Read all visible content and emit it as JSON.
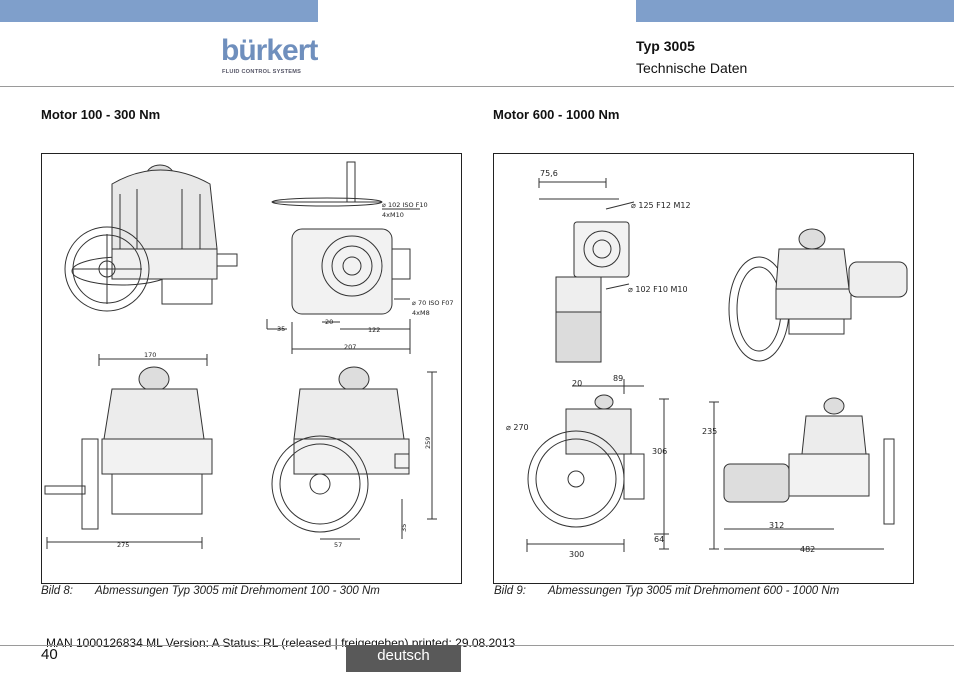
{
  "header": {
    "brand": "bürkert",
    "brand_tagline": "FLUID CONTROL SYSTEMS",
    "doc_title": "Typ 3005",
    "doc_subtitle": "Technische Daten"
  },
  "sections": [
    {
      "title": "Motor 100 - 300 Nm",
      "caption_label": "Bild 8:",
      "caption_text": "Abmessungen Typ 3005 mit Drehmoment 100 - 300 Nm",
      "labels": {
        "iso_f10": "⌀ 102 ISO F10",
        "m10": "4xM10",
        "iso_f07": "⌀ 70 ISO F07",
        "m8": "4xM8",
        "d35": "35",
        "d20": "20",
        "d122": "122",
        "d207": "207",
        "d170": "170",
        "d275": "275",
        "d259": "259",
        "d35b": "35",
        "d57": "57"
      }
    },
    {
      "title": "Motor 600 - 1000 Nm",
      "caption_label": "Bild 9:",
      "caption_text": "Abmessungen Typ 3005 mit Drehmoment 600 - 1000 Nm",
      "labels": {
        "d75": "75,6",
        "f12": "⌀ 125 F12 M12",
        "f10": "⌀ 102 F10 M10",
        "d20": "20",
        "d89": "89",
        "d270": "⌀ 270",
        "d306": "306",
        "d64": "64",
        "d300": "300",
        "d235": "235",
        "d312": "312",
        "d482": "482"
      }
    }
  ],
  "footer": {
    "status": "MAN  1000126834  ML  Version: A Status: RL (released | freigegeben)  printed: 29.08.2013",
    "page_number": "40",
    "language": "deutsch"
  },
  "colors": {
    "accent_bar": "#7f9fcb",
    "brand": "#6f8fbd",
    "language_tab": "#595959"
  }
}
